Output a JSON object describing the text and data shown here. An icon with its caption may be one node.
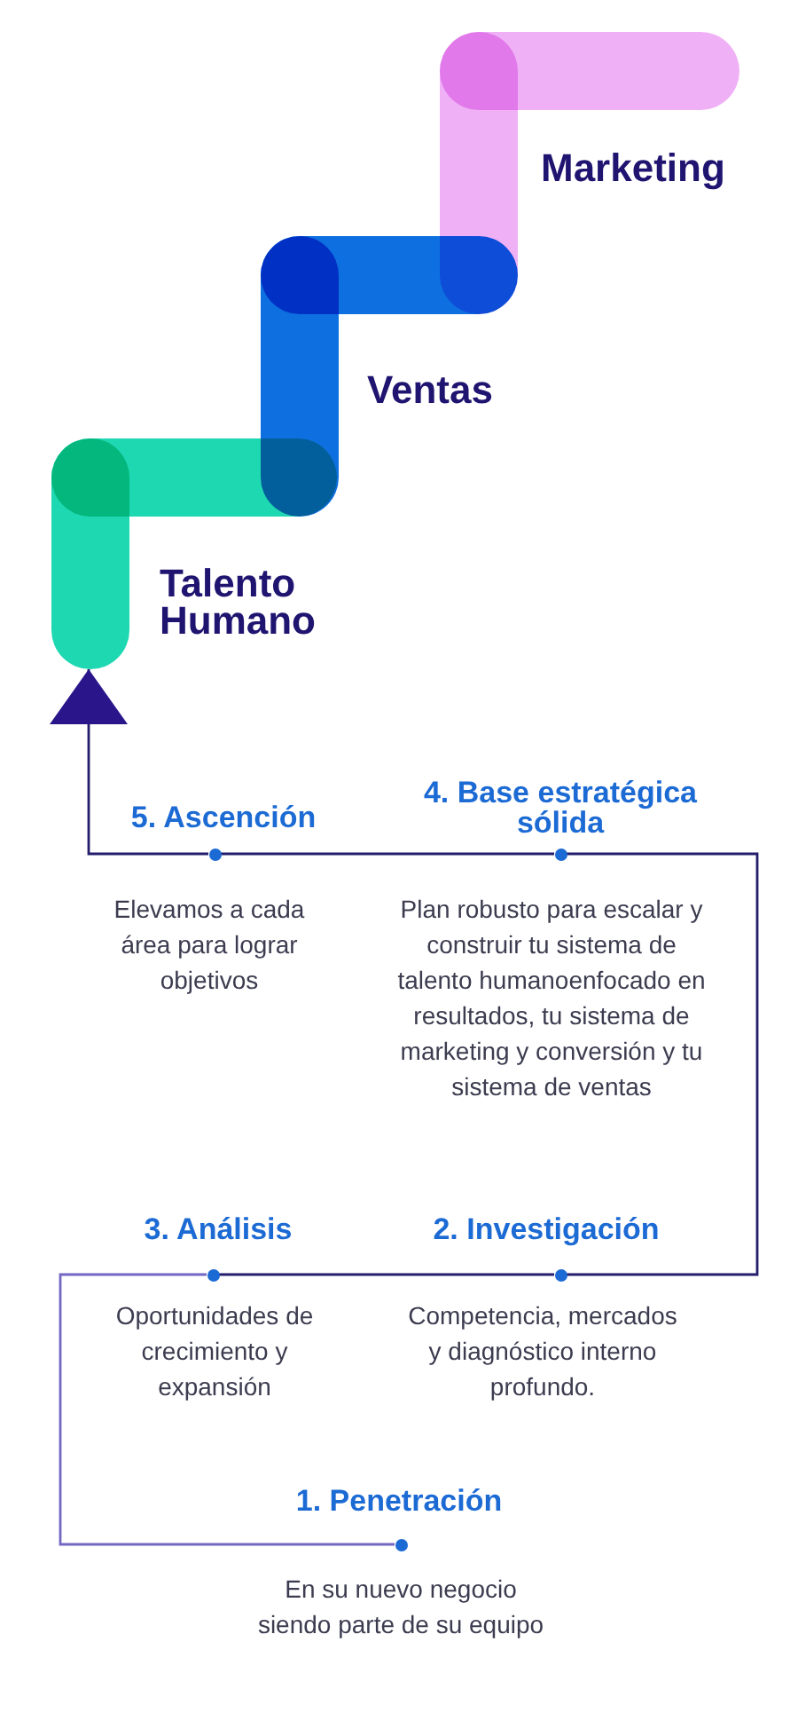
{
  "diagram": {
    "nodes": [
      {
        "text": [
          "Marketing"
        ]
      },
      {
        "text": [
          "Ventas"
        ]
      },
      {
        "text": [
          "Talento Humano"
        ]
      },
      {
        "text": [],
        "shape": "circle",
        "beside": [
          "5. Ascención",
          "Elevamos a cada área para lograr objetivos"
        ]
      },
      {
        "text": [],
        "shape": "circle",
        "beside": [
          "4. Base estratégica sólida",
          "Plan robusto para escalar y construir tu sistema de talento humanoenfocado en resultados, tu sistema de marketing y conversión y tu sistema de ventas"
        ]
      },
      {
        "text": [],
        "shape": "circle",
        "beside": [
          "3. Análisis",
          "Oportunidades de crecimiento y expansión"
        ]
      },
      {
        "text": [],
        "shape": "circle",
        "beside": [
          "2. Investigación",
          "Competencia, mercados y diagnóstico interno profundo."
        ]
      },
      {
        "text": [],
        "shape": "circle",
        "beside": [
          "1. Penetración",
          "En su nuevo negocio siendo parte de su equipo"
        ]
      }
    ],
    "edges": [
      {
        "from": 7,
        "to": 5,
        "arrow": "none",
        "color": "#7367c4"
      },
      {
        "from": 5,
        "to": 6,
        "arrow": "none"
      },
      {
        "from": 6,
        "to": 4,
        "arrow": "none"
      },
      {
        "from": 4,
        "to": 3,
        "arrow": "none"
      },
      {
        "from": 3,
        "to": 2,
        "arrow": "to"
      }
    ]
  }
}
